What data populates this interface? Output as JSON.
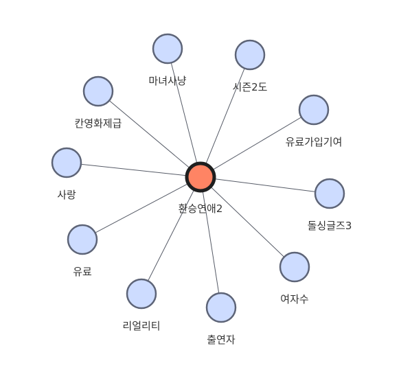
{
  "graph": {
    "center": {
      "label": "환승연애2",
      "color": "#ff8464"
    },
    "nodes": [
      {
        "id": "maneosayang",
        "label": "마녀사냥"
      },
      {
        "id": "season2",
        "label": "시즌2도"
      },
      {
        "id": "cancel-marriage",
        "label": "칸영화제급"
      },
      {
        "id": "paid-subscription",
        "label": "유료가입기여"
      },
      {
        "id": "love",
        "label": "사랑"
      },
      {
        "id": "single-inferno3",
        "label": "돌싱글즈3"
      },
      {
        "id": "paid",
        "label": "유료"
      },
      {
        "id": "female-cast",
        "label": "여자수"
      },
      {
        "id": "reality",
        "label": "리얼리티"
      },
      {
        "id": "cast",
        "label": "출연자"
      }
    ],
    "colors": {
      "node_fill": "#cddcff",
      "node_stroke": "#5d6477",
      "center_fill": "#ff8464",
      "center_stroke": "#1f1f1f",
      "edge": "#555a66"
    }
  }
}
